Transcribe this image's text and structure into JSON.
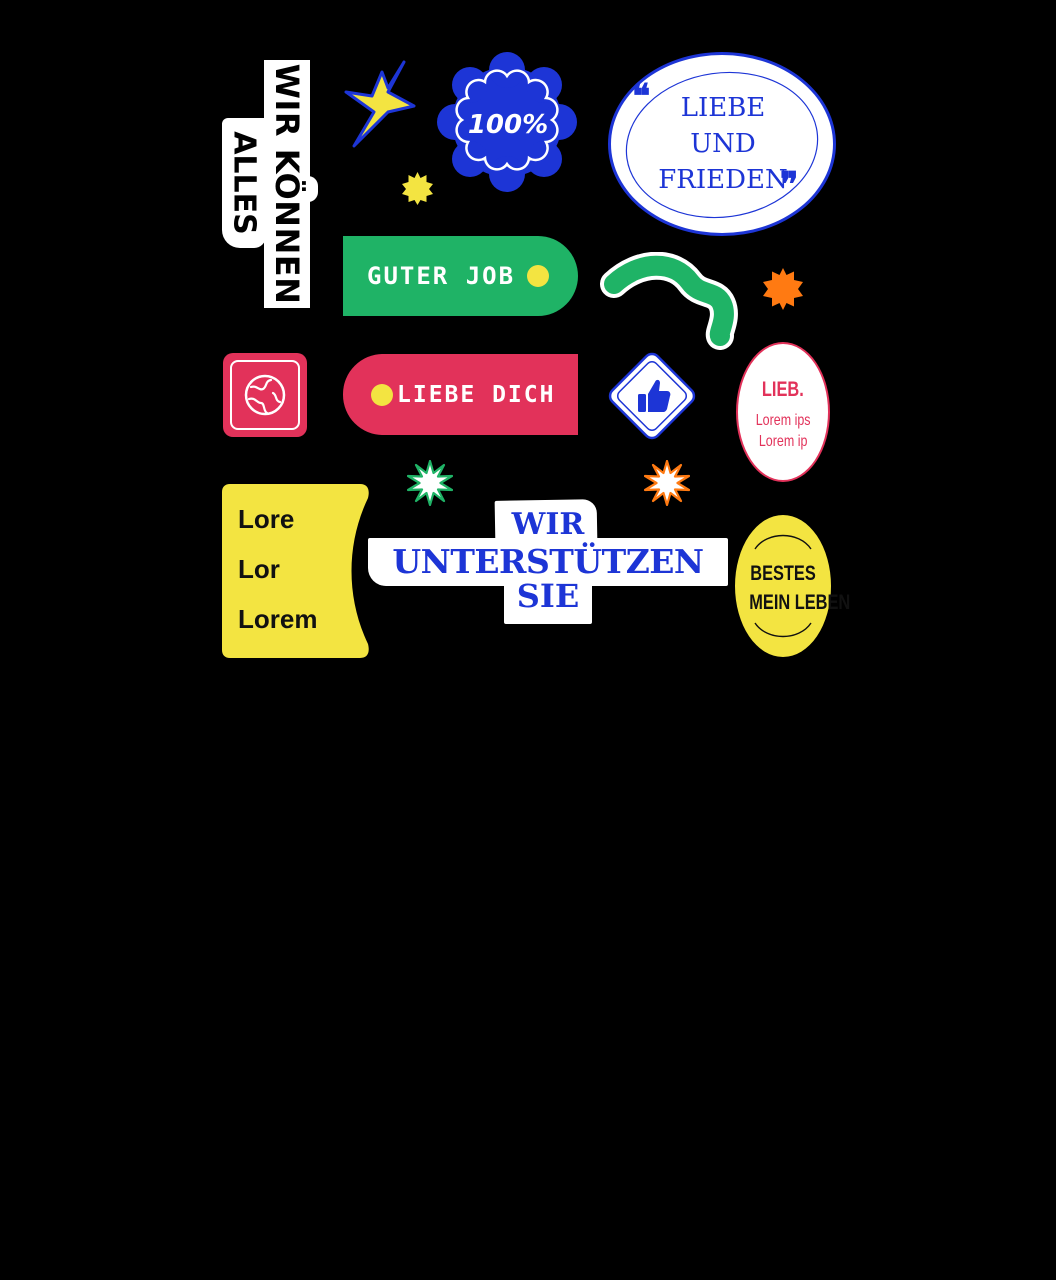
{
  "stickers": {
    "wir_koennen": "WIR KÖNNEN",
    "alles": "ALLES",
    "hundred": "100%",
    "liebe_und_frieden": [
      "LIEBE",
      "UND",
      "FRIEDEN"
    ],
    "quote_open": "❝",
    "quote_close": "❞",
    "guter_job": "GUTER JOB",
    "liebe_dich": "LIEBE DICH",
    "lieb": "LIEB.",
    "lieb_lines": [
      "Lorem ips",
      "Lorem ip"
    ],
    "lorem_lines": [
      "Lore",
      "Lor",
      "Lorem"
    ],
    "wir_unterstuetzen": [
      "WIR",
      "UNTERSTÜTZEN",
      "SIE"
    ],
    "bestes": [
      "BESTES",
      "MEIN LEBEN"
    ]
  },
  "icons": {
    "globe": "globe-icon",
    "thumbs_up": "thumbs-up-icon"
  },
  "colors": {
    "background": "#000000",
    "blue": "#1d35d6",
    "green": "#1fb366",
    "red": "#e2325a",
    "yellow": "#f3e441",
    "orange": "#ff7a12",
    "white": "#ffffff"
  }
}
